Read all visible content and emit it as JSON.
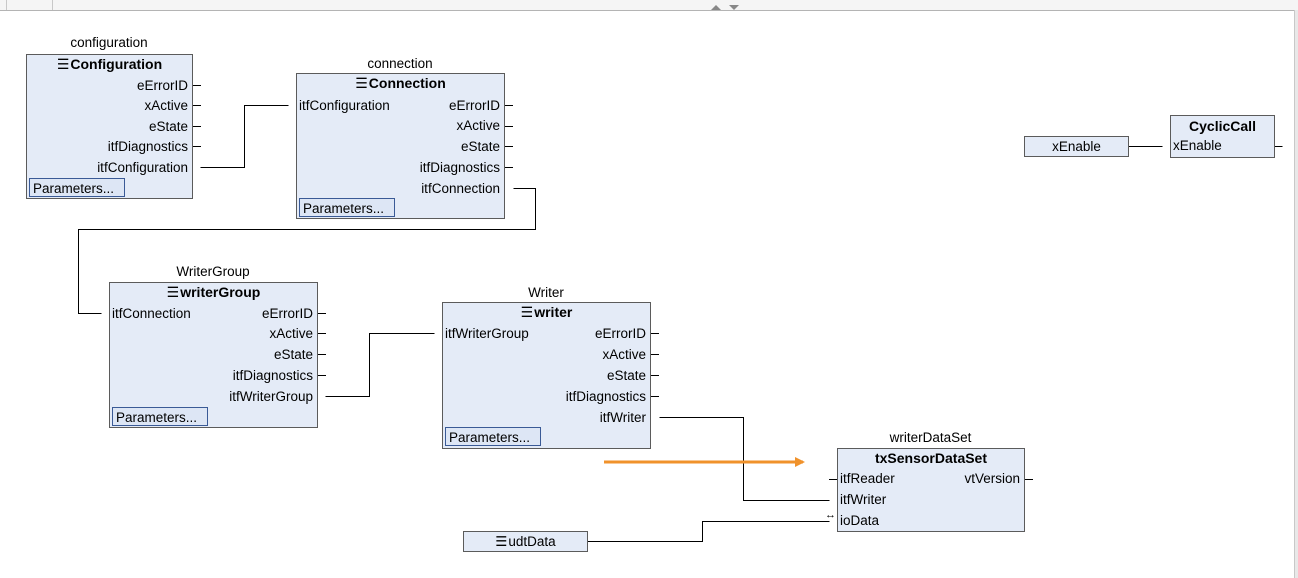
{
  "blocks": {
    "configuration": {
      "instance": "configuration",
      "type": "Configuration",
      "outputs": [
        "eErrorID",
        "xActive",
        "eState",
        "itfDiagnostics",
        "itfConfiguration"
      ],
      "parameters_label": "Parameters..."
    },
    "connection": {
      "instance": "connection",
      "type": "Connection",
      "inputs": [
        "itfConfiguration"
      ],
      "outputs": [
        "eErrorID",
        "xActive",
        "eState",
        "itfDiagnostics",
        "itfConnection"
      ],
      "parameters_label": "Parameters..."
    },
    "writergroup": {
      "instance": "WriterGroup",
      "type": "writerGroup",
      "inputs": [
        "itfConnection"
      ],
      "outputs": [
        "eErrorID",
        "xActive",
        "eState",
        "itfDiagnostics",
        "itfWriterGroup"
      ],
      "parameters_label": "Parameters..."
    },
    "writer": {
      "instance": "Writer",
      "type": "writer",
      "inputs": [
        "itfWriterGroup"
      ],
      "outputs": [
        "eErrorID",
        "xActive",
        "eState",
        "itfDiagnostics",
        "itfWriter"
      ],
      "parameters_label": "Parameters..."
    },
    "writerdataset": {
      "instance": "writerDataSet",
      "type": "txSensorDataSet",
      "inputs": [
        "itfReader",
        "itfWriter",
        "ioData"
      ],
      "outputs": [
        "vtVersion"
      ]
    },
    "cycliccall": {
      "type": "CyclicCall",
      "inputs": [
        "xEnable"
      ]
    }
  },
  "variables": {
    "xenable": "xEnable",
    "udtdata": "udtData"
  },
  "glyphs": {
    "hamburger": "☰",
    "inout_arrow": "↔"
  },
  "colors": {
    "block_fill": "#e4ebf7",
    "block_border": "#5b5b5b",
    "button_border": "#3a5a96",
    "arrow": "#f0922b",
    "wire": "#000000"
  }
}
